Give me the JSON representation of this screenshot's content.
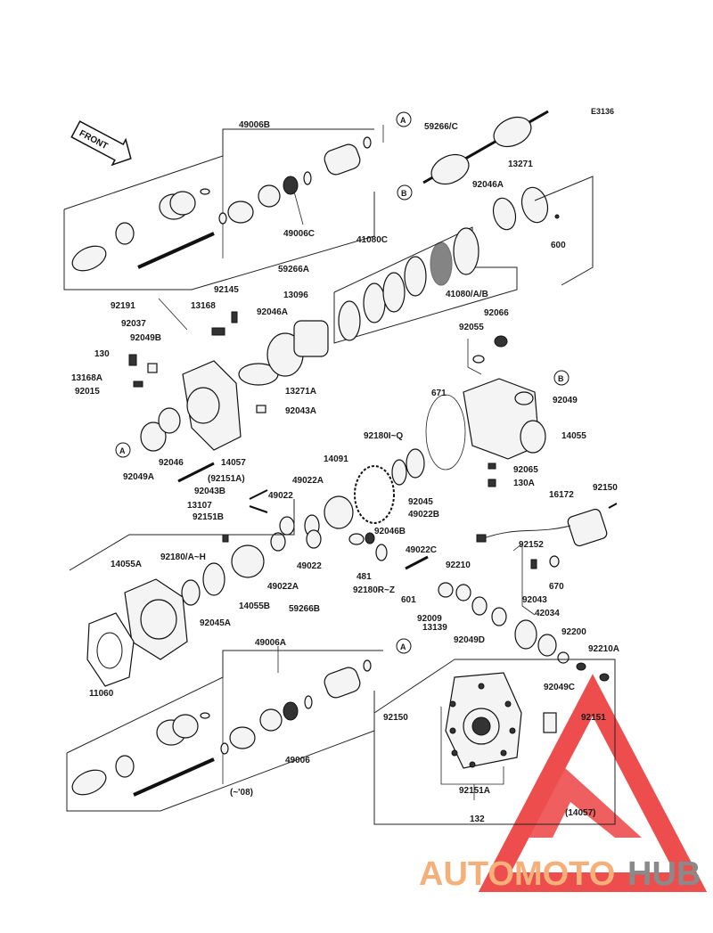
{
  "diagram_code": "E3136",
  "front_marker": "FRONT",
  "ref_marker": "A",
  "ref_marker_b": "B",
  "labels": {
    "p49006B": "49006B",
    "p59266C": "59266/C",
    "p13271": "13271",
    "p92046A_top": "92046A",
    "p600": "600",
    "p49006C": "49006C",
    "p41080C": "41080C",
    "p59266A": "59266A",
    "p41080AB": "41080/A/B",
    "p92191": "92191",
    "p92145": "92145",
    "p13096": "13096",
    "p92066": "92066",
    "p13168": "13168",
    "p92046A_mid": "92046A",
    "p92037": "92037",
    "p92055": "92055",
    "p92049B": "92049B",
    "p130": "130",
    "p13168A": "13168A",
    "p92015": "92015",
    "p13271A": "13271A",
    "p92049": "92049",
    "p671": "671",
    "p92043A": "92043A",
    "p921801Q": "92180I~Q",
    "p14055": "14055",
    "p92046": "92046",
    "p92049A": "92049A",
    "p14057": "14057",
    "p14091": "14091",
    "p92065": "92065",
    "p92151A_paren": "(92151A)",
    "p49022A_top": "49022A",
    "p92045": "92045",
    "p130A": "130A",
    "p92043B": "92043B",
    "p49022_a": "49022",
    "p16172": "16172",
    "p92150_right": "92150",
    "p13107": "13107",
    "p49022B": "49022B",
    "p92151B": "92151B",
    "p92046B": "92046B",
    "p92152": "92152",
    "p49022C": "49022C",
    "p14055A": "14055A",
    "p92180AH": "92180/A~H",
    "p49022_b": "49022",
    "p481": "481",
    "p92210": "92210",
    "p670": "670",
    "p49022A_bot": "49022A",
    "p92180RZ": "92180R~Z",
    "p92043": "92043",
    "p601": "601",
    "p14055B": "14055B",
    "p59266B": "59266B",
    "p92045A": "92045A",
    "p42034": "42034",
    "p92009": "92009",
    "p13139": "13139",
    "p92200": "92200",
    "p92049D": "92049D",
    "p49006A": "49006A",
    "p92210A": "92210A",
    "p92049C": "92049C",
    "p11060": "11060",
    "p92150_box": "92150",
    "p92151_box": "92151",
    "p49006": "49006",
    "p08": "(~'08)",
    "p92151A_box": "92151A",
    "p132": "132",
    "p14057_paren": "(14057)"
  },
  "watermark": {
    "part1": "AUTOMOTO",
    "part2": "HUB",
    "color_primary": "#f5b07a",
    "color_secondary": "#8a8a8a",
    "triangle_color": "#ea2f2f"
  }
}
